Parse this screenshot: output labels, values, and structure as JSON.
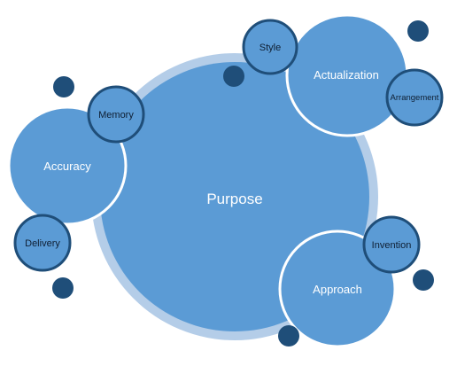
{
  "center": {
    "label": "Purpose"
  },
  "clusters": [
    {
      "label": "Accuracy",
      "satellites": [
        "Memory",
        "Delivery"
      ]
    },
    {
      "label": "Actualization",
      "satellites": [
        "Style",
        "Arrangement"
      ]
    },
    {
      "label": "Approach",
      "satellites": [
        "Invention"
      ]
    }
  ],
  "colors": {
    "fill": "#5b9bd5",
    "halo": "#b4cde8",
    "outline": "#1f4e79",
    "inner_outline": "#ffffff",
    "dot": "#1f4e79",
    "label_light": "#ffffff",
    "label_dark": "#0f1f33"
  }
}
